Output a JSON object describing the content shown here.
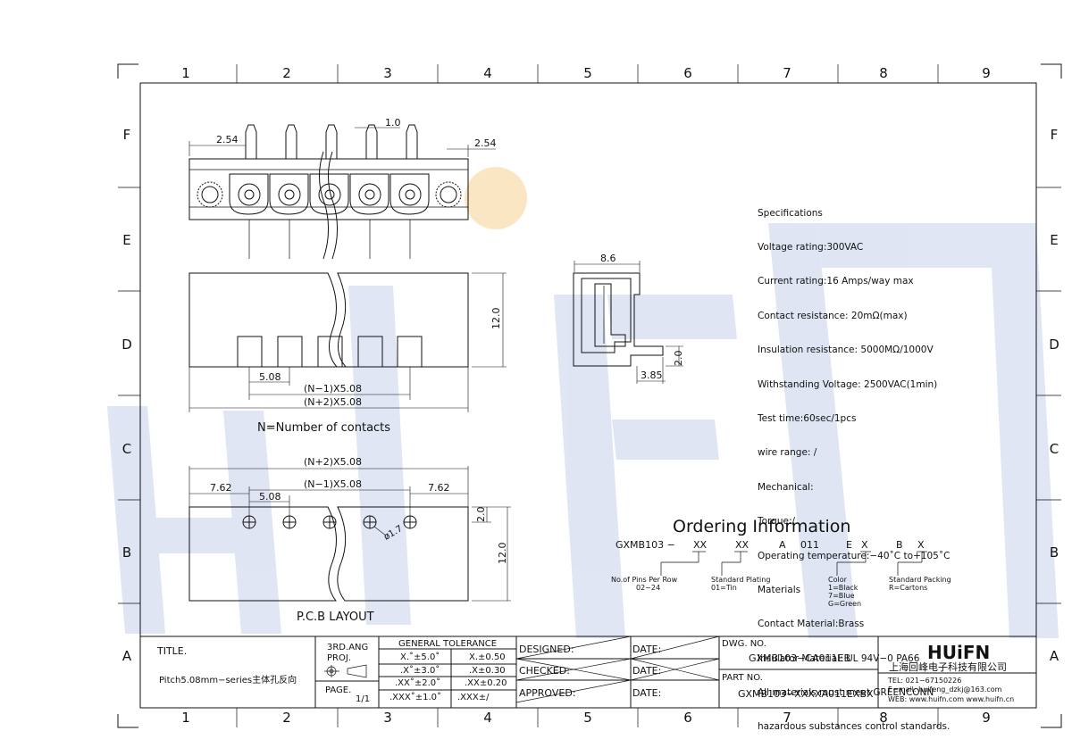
{
  "grid": {
    "columns": [
      "1",
      "2",
      "3",
      "4",
      "5",
      "6",
      "7",
      "8",
      "9"
    ],
    "rows": [
      "F",
      "E",
      "D",
      "C",
      "B",
      "A"
    ]
  },
  "watermark": {
    "text": "HUIFN",
    "color": "#c9d3e8",
    "accent": "#f5d9a8"
  },
  "dimensions": {
    "top_pitch_left": "2.54",
    "top_pitch_right": "2.54",
    "pin_width": "1.0",
    "side_width": "8.6",
    "side_height": "2.0",
    "side_offset": "3.85",
    "body_height": "12.0",
    "pitch": "5.08",
    "n_minus_1": "(N−1)X5.08",
    "n_plus_2": "(N+2)X5.08",
    "pcb_n_plus_2": "(N+2)X5.08",
    "pcb_n_minus_1": "(N−1)X5.08",
    "pcb_left_margin": "7.62",
    "pcb_pitch": "5.08",
    "pcb_right_margin": "7.62",
    "pcb_row_offset": "2.0",
    "pcb_height": "12.0",
    "hole_diameter": "ø1.7"
  },
  "labels": {
    "n_definition": "N=Number  of  contacts",
    "pcb_layout": "P.C.B  LAYOUT"
  },
  "specifications": [
    "Specifications",
    "Voltage rating:300VAC",
    "Current rating:16 Amps/way max",
    "Contact resistance: 20mΩ(max)",
    "Insulation resistance: 5000MΩ/1000V",
    "Withstanding Voltage: 2500VAC(1min)",
    "Test time:60sec/1pcs",
    "wire range: /",
    "Mechanical:",
    "Torque:/",
    "Operating temperature:−40˚C to+105˚C",
    "Materials",
    "Contact Material:Brass",
    "Insulator Material: UL 94V−0 PA66",
    "All materials must meet GREENCONN",
    "hazardous substances control standards."
  ],
  "ordering": {
    "title": "Ordering  Information",
    "code": {
      "prefix": "GXMB103 −",
      "pins": "XX",
      "plating": "XX",
      "a": "A",
      "num": "011",
      "e": "E",
      "color": "X",
      "b": "B",
      "packing": "X"
    },
    "pins_label": "No.of Pins Per Row",
    "pins_range": "02~24",
    "plating_label": "Standard  Plating",
    "plating_value": "01=Tin",
    "color_label": "Color",
    "color_values": [
      "1=Black",
      "7=Blue",
      "G=Green"
    ],
    "packing_label": "Standard  Packing",
    "packing_value": "R=Cartons"
  },
  "title_block": {
    "title_label": "TITLE.",
    "title_value": "Pitch5.08mm−series主体孔反向",
    "projection_l1": "3RD.ANG",
    "projection_l2": "PROJ.",
    "page_label": "PAGE.",
    "page_value": "1/1",
    "tolerance_header": "GENERAL  TOLERANCE",
    "tolerances": [
      [
        "X.˚±5.0˚",
        "X.±0.50"
      ],
      [
        ".X˚±3.0˚",
        ".X±0.30"
      ],
      [
        ".XX˚±2.0˚",
        ".XX±0.20"
      ],
      [
        ".XXX˚±1.0˚",
        ".XXX±/"
      ]
    ],
    "designed": "DESIGNED:",
    "checked": "CHECKED:",
    "approved": "APPROVED:",
    "date": "DATE:",
    "dwg_label": "DWG.  NO.",
    "dwg_value": "GXMB103−CA011EB",
    "part_label": "PART  NO.",
    "part_value": "GXMB103−XXXXA011EXBX",
    "company_logo": "HUiFN",
    "company_name": "上海回峰电子科技有限公司",
    "tel": "TEL: 021−67150226",
    "email": "E−mail: huifeng_dzkj@163.com",
    "web": "WEB: www.huifn.com   www.huifn.cn"
  }
}
